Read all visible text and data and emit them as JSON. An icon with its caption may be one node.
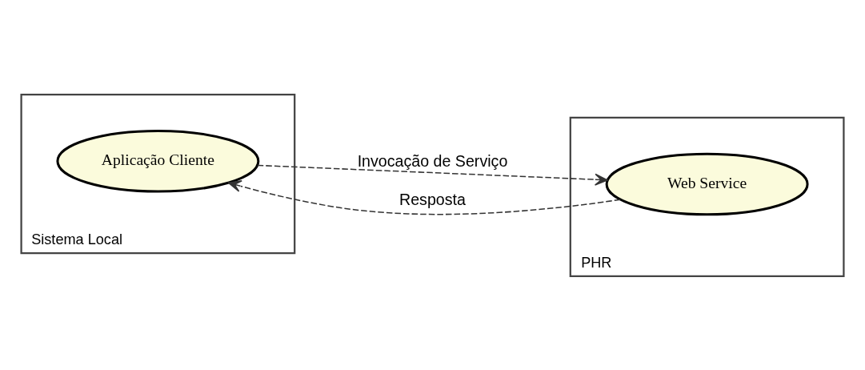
{
  "diagram": {
    "nodes": [
      {
        "text": [
          "Sistema Local"
        ]
      },
      {
        "text": [
          "Aplicação Cliente"
        ],
        "in": 0
      },
      {
        "text": [
          "PHR"
        ]
      },
      {
        "text": [
          "Web Service"
        ],
        "in": 2
      }
    ],
    "edges": [
      {
        "from": 1,
        "to": 3,
        "arrow": "to",
        "label": "Invocação de Serviço",
        "style": "dashed"
      },
      {
        "from": 3,
        "to": 1,
        "arrow": "to",
        "label": "Resposta",
        "style": "dashed"
      }
    ]
  }
}
